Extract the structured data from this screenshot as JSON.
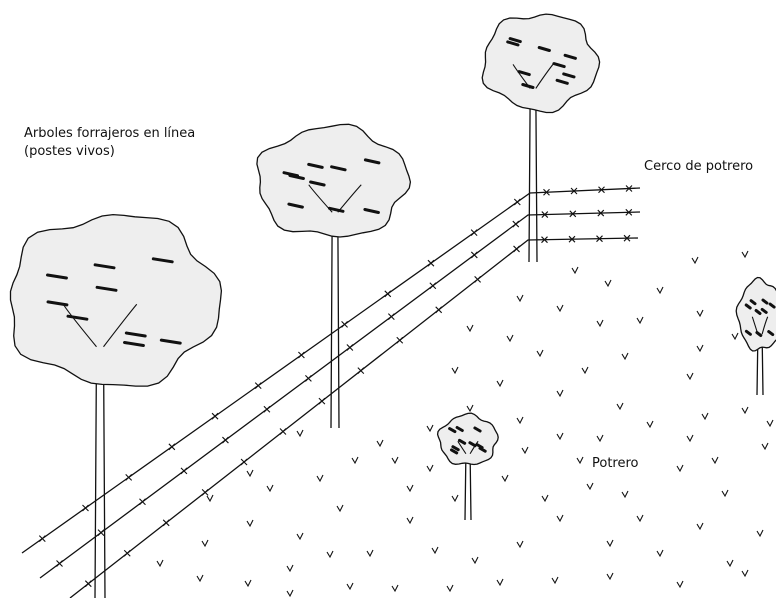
{
  "labels": {
    "arboles_line1": "Arboles forrajeros en línea",
    "arboles_line2": "(postes vivos)",
    "cerco": "Cerco de potrero",
    "potrero": "Potrero"
  },
  "colors": {
    "ink": "#111111",
    "canopy_fill": "#eeeeee",
    "background": "#ffffff"
  }
}
